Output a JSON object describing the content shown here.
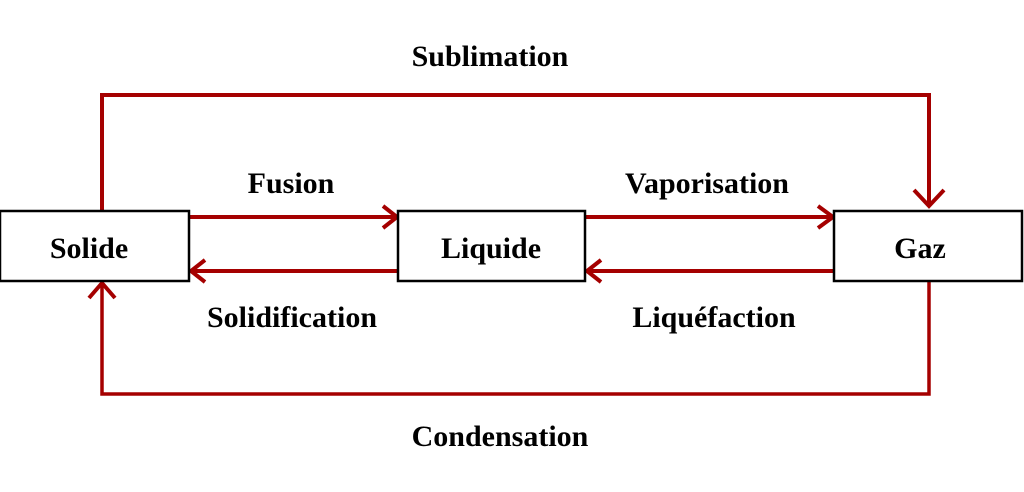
{
  "diagram": {
    "title": "États de la matière",
    "colors": {
      "arrow": "#a50000",
      "box_border": "#000000",
      "text": "#000000"
    },
    "nodes": [
      {
        "id": "solide",
        "label": "Solide"
      },
      {
        "id": "liquide",
        "label": "Liquide"
      },
      {
        "id": "gaz",
        "label": "Gaz"
      }
    ],
    "edges": [
      {
        "id": "fusion",
        "from": "solide",
        "to": "liquide",
        "label": "Fusion"
      },
      {
        "id": "solidification",
        "from": "liquide",
        "to": "solide",
        "label": "Solidification"
      },
      {
        "id": "vaporisation",
        "from": "liquide",
        "to": "gaz",
        "label": "Vaporisation"
      },
      {
        "id": "liquefaction",
        "from": "gaz",
        "to": "liquide",
        "label": "Liquéfaction"
      },
      {
        "id": "sublimation",
        "from": "solide",
        "to": "gaz",
        "label": "Sublimation"
      },
      {
        "id": "condensation",
        "from": "gaz",
        "to": "solide",
        "label": "Condensation"
      }
    ]
  }
}
